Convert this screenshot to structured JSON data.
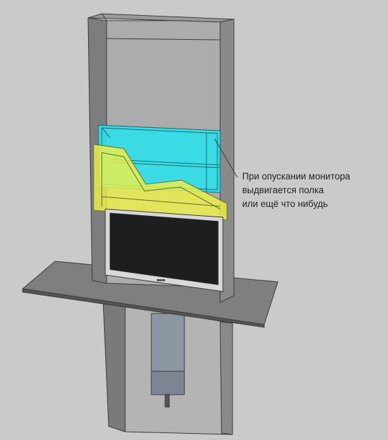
{
  "annotation": {
    "lines": [
      "При опускании монитора",
      "выдвигается полка",
      "или ещё что нибудь"
    ]
  },
  "colors": {
    "background": "#c8cbc8",
    "cabinet_front": "#7e7e7e",
    "cabinet_inner": "#aeaeae",
    "shelf_cyan": "#33e6ee",
    "panel_yellow": "#eef04a",
    "screen": "#1e1e1e",
    "bezel": "#d9d9d9"
  }
}
